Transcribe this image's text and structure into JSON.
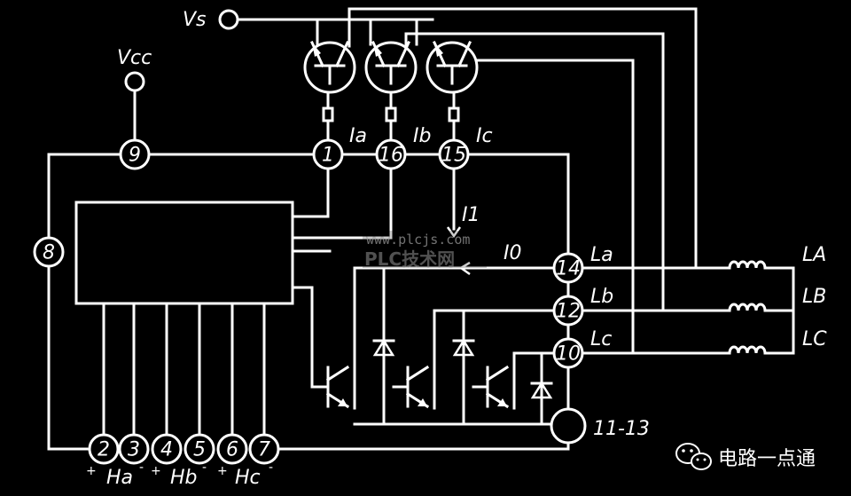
{
  "labels": {
    "vs": "Vs",
    "vcc": "Vcc",
    "ia": "Ia",
    "ib": "Ib",
    "ic": "Ic",
    "i1": "I1",
    "i0": "I0",
    "la": "La",
    "lb": "Lb",
    "lc": "Lc",
    "coil_a": "LA",
    "coil_b": "LB",
    "coil_c": "LC",
    "ha": "Ha",
    "hb": "Hb",
    "hc": "Hc",
    "plus": "+",
    "minus": "-",
    "gnd_pins": "11-13"
  },
  "pins": {
    "p9": "9",
    "p1": "1",
    "p16": "16",
    "p15": "15",
    "p8": "8",
    "p14": "14",
    "p12": "12",
    "p10": "10",
    "p2": "2",
    "p3": "3",
    "p4": "4",
    "p5": "5",
    "p6": "6",
    "p7": "7"
  },
  "watermark": {
    "url": "www.plcjs.com",
    "site": "PLC技术网"
  },
  "brand": {
    "name": "电路一点通"
  },
  "colors": {
    "background": "#000000",
    "line": "#ffffff"
  }
}
